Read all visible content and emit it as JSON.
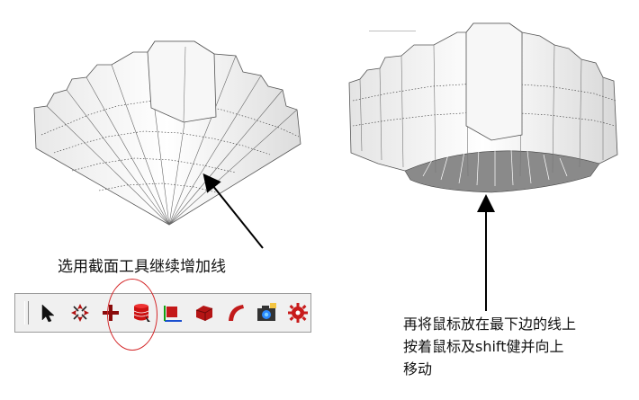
{
  "captions": {
    "left": "选用截面工具继续增加线",
    "right_lines": [
      "再将鼠标放在最下边的线上",
      "按着鼠标及shift健并向上",
      "移动"
    ]
  },
  "toolbar": {
    "items": [
      {
        "name": "select-arrow-icon"
      },
      {
        "name": "move-gizmo-icon"
      },
      {
        "name": "add-point-icon"
      },
      {
        "name": "section-tool-icon"
      },
      {
        "name": "axis-box-icon"
      },
      {
        "name": "extrude-shape-icon"
      },
      {
        "name": "bend-shape-icon"
      },
      {
        "name": "camera-render-icon"
      },
      {
        "name": "settings-gear-icon"
      }
    ],
    "highlighted_item": "section-tool-icon",
    "highlight_color": "#d4282a"
  }
}
